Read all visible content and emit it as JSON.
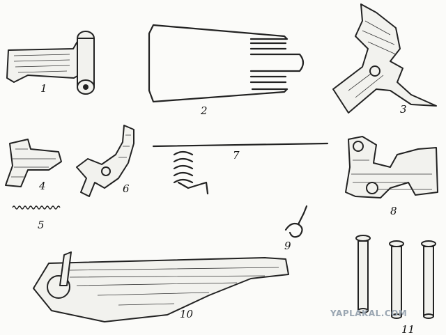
{
  "figure": {
    "part_numbers": [
      "1",
      "2",
      "3",
      "4",
      "5",
      "6",
      "7",
      "8",
      "9",
      "10",
      "11"
    ],
    "watermark": "YAPLAKAL.COM"
  },
  "colors": {
    "ink": "#222222",
    "paper": "#fbfbf9",
    "watermark": "#9aa6b2"
  }
}
